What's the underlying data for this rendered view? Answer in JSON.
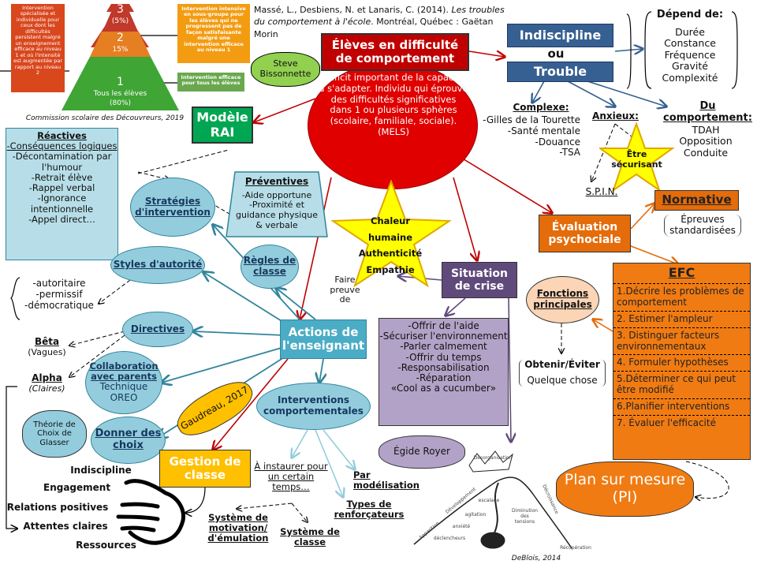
{
  "pyramid": {
    "levels": [
      {
        "num": "3",
        "pct": "(5%)"
      },
      {
        "num": "2",
        "pct": "15%"
      },
      {
        "num": "1",
        "label": "Tous les élèves",
        "pct": "(80%)"
      }
    ],
    "level3_desc": "Intervention spécialisée et individuelle pour ceux dont les difficultés persistent malgré un enseignement efficace au niveau 1 et où l'intensité est augmentée par rapport au niveau 2",
    "level2_desc": "Intervention intensive en sous-groupe pour les élèves qui ne progressent pas de façon satisfaisante malgré une intervention efficace au niveau 1",
    "level1_desc": "Intervention efficace pour tous les élèves",
    "caption": "Commission scolaire des Découvreurs, 2019"
  },
  "citation": {
    "authors": "Massé, L., Desbiens, N. et Lanaris, C. (2014). ",
    "title": "Les troubles du comportement à l'école",
    "rest": ". Montréal, Québec : Gaëtan Morin"
  },
  "central": {
    "title": "Élèves en difficulté de comportement",
    "definition": "Déficit important de la capacité à s'adapter. Individu qui éprouve des difficultés significatives dans 1 ou plusieurs sphères (scolaire, familiale, sociale). (MELS)"
  },
  "steve": "Steve Bissonnette",
  "rai": "Modèle RAI",
  "indiscipline": "Indiscipline",
  "ou": "ou",
  "trouble": "Trouble",
  "depend": {
    "title": "Dépend de:",
    "items": [
      "Durée",
      "Constance",
      "Fréquence",
      "Gravité",
      "Complexité"
    ]
  },
  "complexe": {
    "title": "Complexe:",
    "items": [
      "-Gilles de la Tourette",
      "-Santé mentale",
      "-Douance",
      "-TSA"
    ]
  },
  "anxieux": "Anxieux:",
  "etre_securisant": "Être sécurisant",
  "comportement": {
    "title": "Du comportement:",
    "items": [
      "TDAH",
      "Opposition",
      "Conduite"
    ]
  },
  "spin": "S.P.I.N.",
  "normative": "Normative",
  "epreuves": "Épreuves standardisées",
  "evaluation": "Évaluation psychociale",
  "efc": {
    "title": "EFC",
    "items": [
      "1.Décrire les problèmes de comportement",
      "2. Estimer l'ampleur",
      "3. Distinguer facteurs environnementaux",
      "4. Formuler hypothèses",
      "5.Déterminer ce qui peut être modifié",
      "6.Planifier interventions",
      "7. Évaluer l'efficacité"
    ]
  },
  "fonctions": "Fonctions principales",
  "obtenir": "Obtenir/Éviter",
  "quelque": "Quelque chose",
  "plan": "Plan sur mesure (PI)",
  "crise": {
    "title": "Situation de crise",
    "items": [
      "-Offrir de l'aide",
      "-Sécuriser l'environnement",
      "-Parler calmement",
      "-Offrir du temps",
      "-Responsabilisation",
      "-Réparation",
      "«Cool as a cucumber»"
    ]
  },
  "egide": "Égide Royer",
  "curve": {
    "labels": [
      "Désorganisation",
      "Apparition",
      "Développement",
      "escalade",
      "agitation",
      "anxiété",
      "déclencheurs",
      "Diminution des tensions",
      "Décroissance",
      "Récupération"
    ],
    "caption": "DeBlois, 2014"
  },
  "star": [
    "Chaleur humaine",
    "Authenticité",
    "Empathie"
  ],
  "faire": "Faire preuve de",
  "actions": "Actions de l'enseignant",
  "reactives": {
    "title": "Réactives",
    "items": [
      "-Conséquences logiques",
      "-Décontamination par l'humour",
      "-Retrait élève",
      "-Rappel verbal",
      "-Ignorance intentionnelle",
      "-Appel direct…"
    ]
  },
  "preventives": {
    "title": "Préventives",
    "items": [
      "-Aide opportune",
      "-Proximité et guidance physique & verbale"
    ]
  },
  "strategies": "Stratégies d'intervention",
  "styles": "Styles d'autorité",
  "styles_list": [
    "-autoritaire",
    "-permissif",
    "-démocratique"
  ],
  "regles": "Règles de classe",
  "directives": "Directives",
  "beta": {
    "t": "Bêta",
    "s": "(Vagues)"
  },
  "alpha": {
    "t": "Alpha",
    "s": "(Claires)"
  },
  "collab": {
    "t": "Collaboration avec parents",
    "s": "Technique OREO"
  },
  "glasser": "Théorie de Choix de Glasser",
  "donner": "Donner des choix",
  "gaudreau": "Gaudreau, 2017",
  "gestion": "Gestion de classe",
  "interv": "Interventions comportementales",
  "hand": [
    "Indiscipline",
    "Engagement",
    "Relations positives",
    "Attentes claires",
    "Ressources"
  ],
  "instaurer": "À instaurer pour un certain temps…",
  "sys_motiv": "Système de motivation/ d'émulation",
  "sys_classe": "Système de classe",
  "par_model": "Par modélisation",
  "types": "Types de renforçateurs"
}
